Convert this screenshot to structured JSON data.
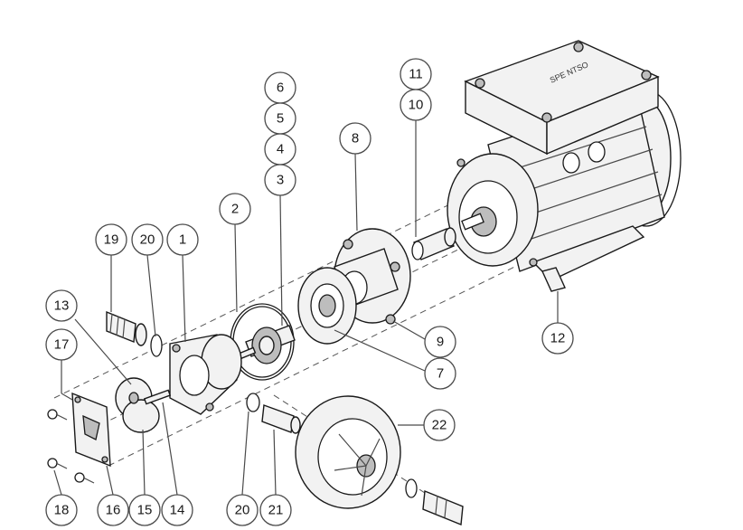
{
  "callouts": [
    {
      "id": "c6",
      "label": "6"
    },
    {
      "id": "c5",
      "label": "5"
    },
    {
      "id": "c4",
      "label": "4"
    },
    {
      "id": "c3",
      "label": "3"
    },
    {
      "id": "c2",
      "label": "2"
    },
    {
      "id": "c8",
      "label": "8"
    },
    {
      "id": "c11",
      "label": "11"
    },
    {
      "id": "c10",
      "label": "10"
    },
    {
      "id": "c19",
      "label": "19"
    },
    {
      "id": "c20a",
      "label": "20"
    },
    {
      "id": "c1",
      "label": "1"
    },
    {
      "id": "c13",
      "label": "13"
    },
    {
      "id": "c17",
      "label": "17"
    },
    {
      "id": "c9",
      "label": "9"
    },
    {
      "id": "c7",
      "label": "7"
    },
    {
      "id": "c12",
      "label": "12"
    },
    {
      "id": "c22",
      "label": "22"
    },
    {
      "id": "c18",
      "label": "18"
    },
    {
      "id": "c16",
      "label": "16"
    },
    {
      "id": "c15",
      "label": "15"
    },
    {
      "id": "c14",
      "label": "14"
    },
    {
      "id": "c20b",
      "label": "20"
    },
    {
      "id": "c21",
      "label": "21"
    }
  ],
  "motor_nameplate_text": "SPE NTSO"
}
